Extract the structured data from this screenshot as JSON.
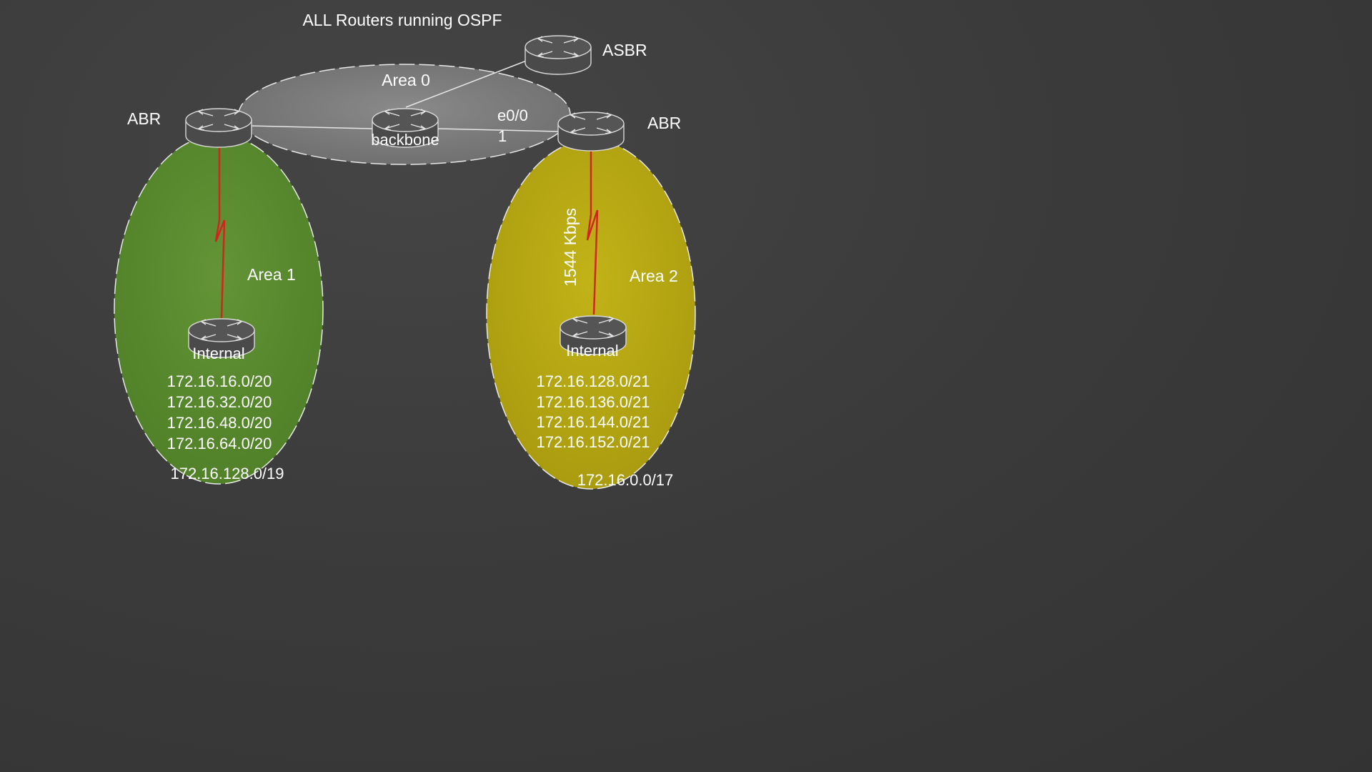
{
  "title": "ALL Routers running OSPF",
  "areas": {
    "area0": {
      "label": "Area 0",
      "color": "#7a7a7a"
    },
    "area1": {
      "label": "Area 1",
      "color": "#5a8a2e"
    },
    "area2": {
      "label": "Area 2",
      "color": "#b8a812"
    }
  },
  "routers": {
    "asbr": {
      "label": "ASBR",
      "icon": "router-icon"
    },
    "abr_left": {
      "label": "ABR",
      "icon": "router-icon"
    },
    "abr_right": {
      "label": "ABR",
      "icon": "router-icon"
    },
    "backbone": {
      "label": "backbone",
      "icon": "router-icon"
    },
    "internal_left": {
      "label": "Internal",
      "icon": "router-icon"
    },
    "internal_right": {
      "label": "Internal",
      "icon": "router-icon"
    }
  },
  "links": {
    "backbone_interface": "e0/0",
    "backbone_cost": "1",
    "serial_bandwidth": "1544 Kbps",
    "serial_color": "#d0261e"
  },
  "area1_networks": [
    "172.16.16.0/20",
    "172.16.32.0/20",
    "172.16.48.0/20",
    "172.16.64.0/20"
  ],
  "area1_summary": "172.16.128.0/19",
  "area2_networks": [
    "172.16.128.0/21",
    "172.16.136.0/21",
    "172.16.144.0/21",
    "172.16.152.0/21"
  ],
  "area2_summary": "172.16.0.0/17"
}
